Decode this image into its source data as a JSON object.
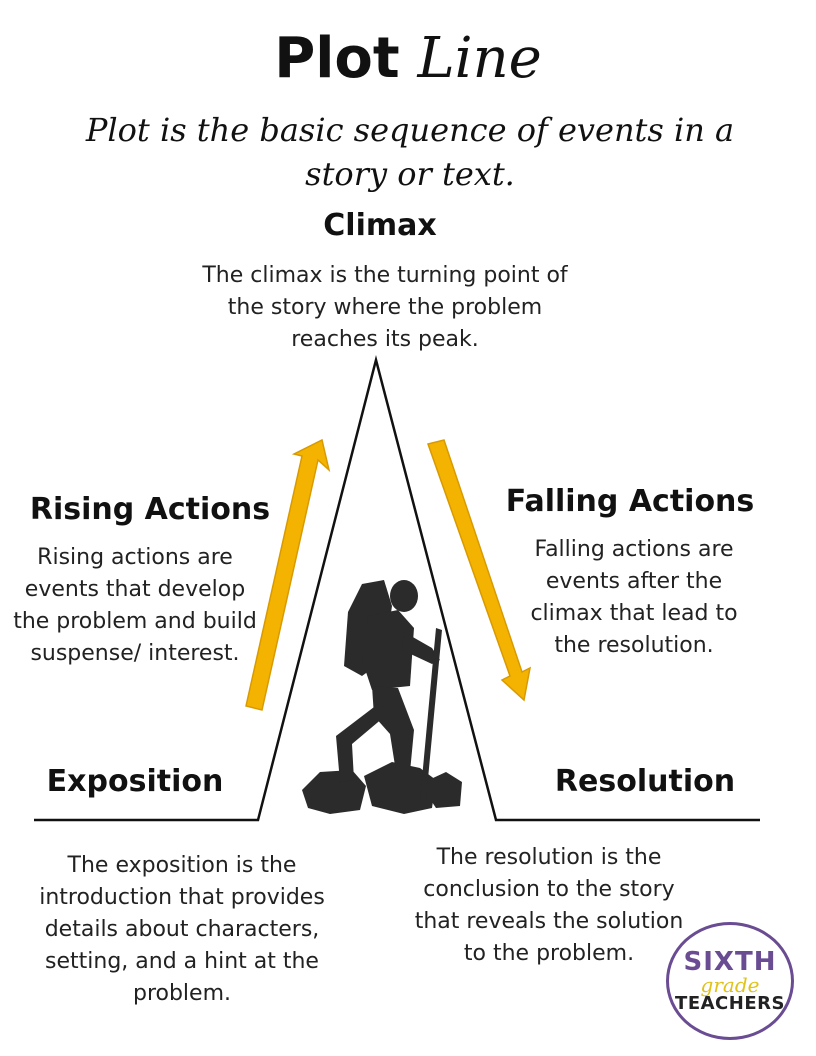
{
  "title": {
    "bold": "Plot",
    "light": "Line"
  },
  "subtitle": "Plot is the basic sequence of events in a story or text.",
  "climax": {
    "heading": "Climax",
    "description": "The climax is the turning point of the story where the problem reaches its peak."
  },
  "rising_actions": {
    "heading": "Rising Actions",
    "description": "Rising actions are events that develop the problem and build suspense/ interest."
  },
  "falling_actions": {
    "heading": "Falling Actions",
    "description": "Falling actions are events after the climax that lead to the resolution."
  },
  "exposition": {
    "heading": "Exposition",
    "description": "The exposition is the introduction that provides details about characters, setting, and a hint at the problem."
  },
  "resolution": {
    "heading": "Resolution",
    "description": "The resolution is the conclusion to the story that reveals the solution to the problem."
  },
  "logo": {
    "line1": "SIXTH",
    "line2": "grade",
    "line3": "TEACHERS"
  },
  "colors": {
    "arrow": "#f5b301",
    "arrow_outline": "#d89a00",
    "silhouette": "#2b2b2b",
    "line": "#111111",
    "logo_accent": "#6a4c93"
  },
  "icons": {
    "hiker": "hiker-silhouette-icon",
    "rising": "rising-arrow-icon",
    "falling": "falling-arrow-icon"
  }
}
